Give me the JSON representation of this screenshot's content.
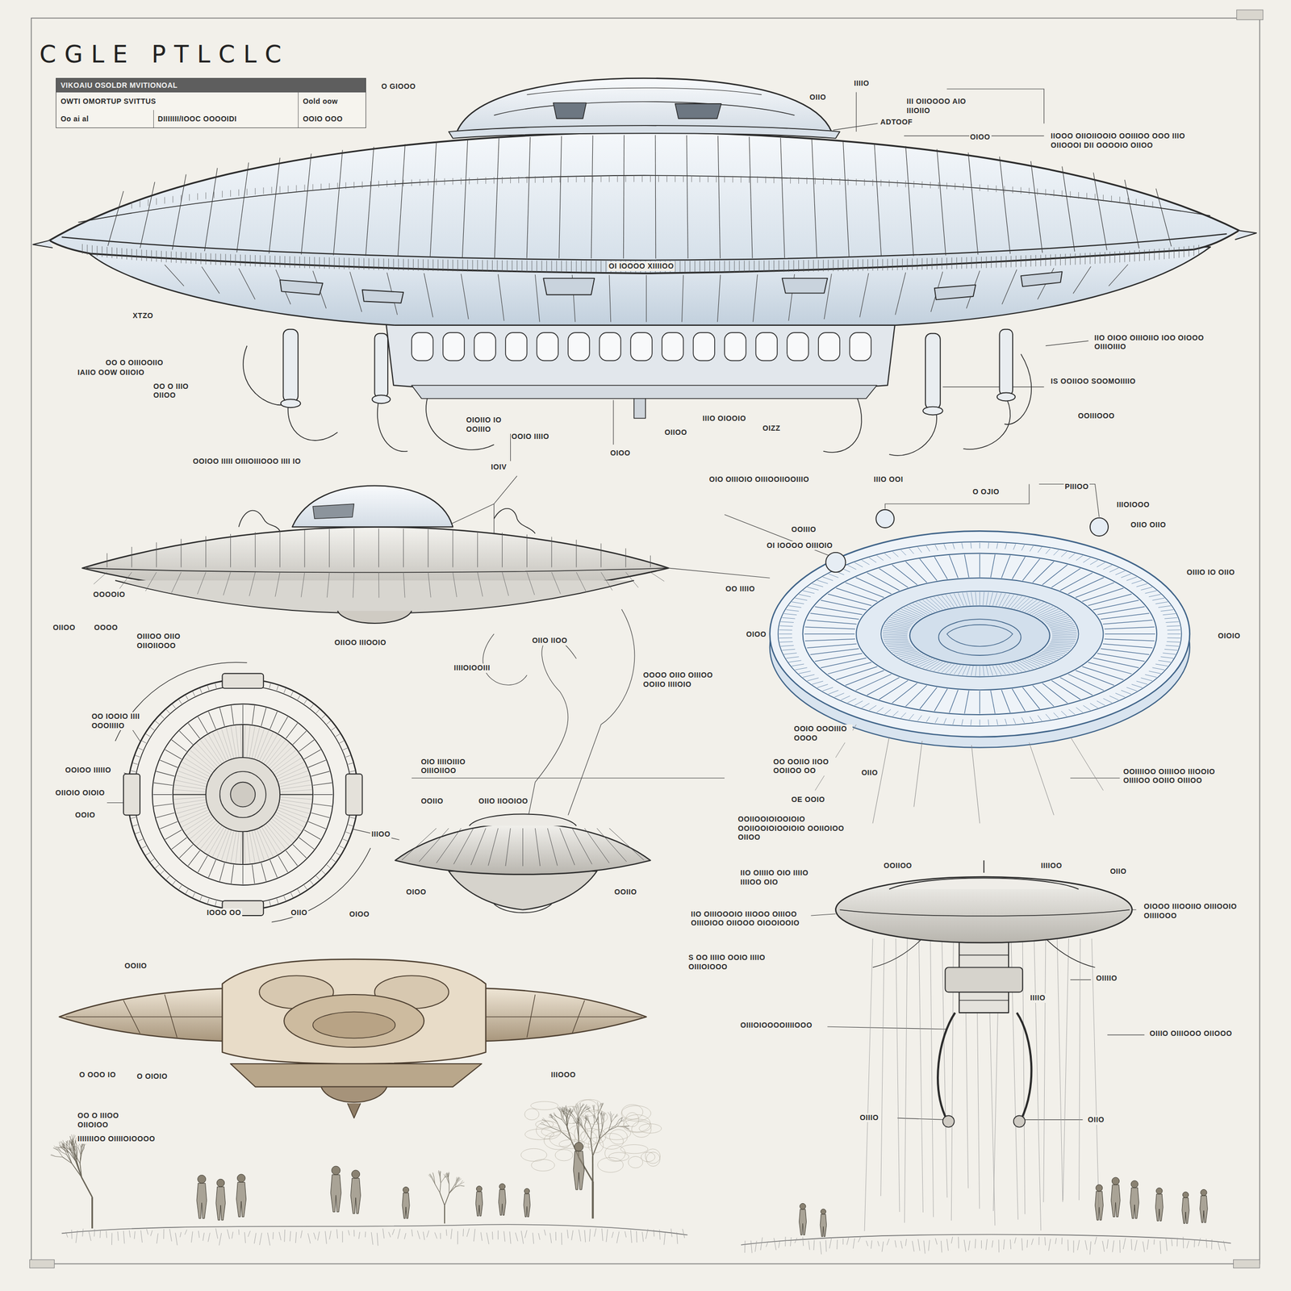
{
  "diagram": {
    "title": "CGLE PTLCLC",
    "nodes": [
      {
        "text": [
          "VIKOAIU OSOLDR MVITIONOAL",
          "OWTI OMORTUP SVITTUS",
          "Oold oow",
          "Oo ai al",
          "DIIIIIII/IOOC OOOOIDI",
          "OOIO OOO"
        ]
      }
    ],
    "labels": [
      "O GIOOO",
      "OIIO",
      "IIIIO",
      "III OIIOOOO AIO IIIOIIO",
      "ADTOOF",
      "OIOO",
      "IIOOO OIIOIIOOIO OOIIIOO OOO IIIO OIIOOOI DII OOOOIO OIIOO",
      "OI IOOOO XIIIIOO",
      "XTZO",
      "OO O OIIIOOIIO",
      "IAIIO OOW OIIOIO",
      "OO O IIIO OIIOO",
      "IIO OIOO OIIIOIIO IOO OIOOO OIIIOIIIO",
      "IS OOIIOO SOOMOIIIIO",
      "OOIIIOOO",
      "IIIO OIOOIO",
      "OIZZ",
      "OIIOO",
      "OIOIIO IO OOIIIO",
      "OOIO IIIIO",
      "OOIOO IIIII OIIIOIIIOOO IIII IO",
      "IOIV",
      "OIOO",
      "OIO OIIIOIO OIIIOOIIOOIIIO",
      "IIIO OOI",
      "O OJIO",
      "PIIIOO",
      "IIIOIOOO",
      "OIIO OIIO",
      "OOIIIO",
      "OI IOOOO OIIIOIO",
      "OIIIO IO OIIO",
      "OO IIIIO",
      "OIOO",
      "OIOIO",
      "OOOOIO",
      "OIIOO",
      "OOOO",
      "OIIIOO OIIO OIIOIIOOO",
      "OIIOO IIIOOIO",
      "OIIO IIOO",
      "IIIIOIOOIII",
      "OOOO OIIO OIIIOO OOIIO IIIIOIO",
      "OO IOOIO IIII OOOIIIIO",
      "OOIOO IIIIIO",
      "OIIOIO OIOIO",
      "OOIO",
      "OIO IIIIOIIIO OIIIOIIOO",
      "OOIIO",
      "OIIO IIOOIOO",
      "IIIOO",
      "OIOO",
      "OOIIO",
      "OIOO",
      "IOOO OO",
      "OIIO",
      "OOIO OOOIIIO OOOO",
      "OO OOIIO IIOO OOIIOO OO",
      "OE OOIO",
      "OIIO",
      "OOIIIIOO OIIIIOO IIIOOIO OIIIIOO OOIIO OIIIOO",
      "OOIIOOIOIOOIOIO OOIIOOIOIOOIOIO OOIIOIOO OIIOO",
      "OIIO",
      "IIO OIIIIO OIO IIIIO IIIIOO OIO",
      "OOIIOO",
      "IIIIOO",
      "OIOOO IIIOOIIO OIIIOOIO OIIIIOOO",
      "IIO OIIIOOOIO IIIOOO OIIIOO OIIIOIOO OIIOOO OIOOIOOIO",
      "S OO IIIIO OOIO IIIIO OIIIOIOOO",
      "OIIIIO",
      "IIIIO",
      "OIIIOIOOOOIIIIOOO",
      "OIIIO OIIIOOO OIIOOO",
      "OIIIO",
      "OIIO",
      "OOIIO",
      "O OOO IO",
      "O OIOIO",
      "IIIOOO",
      "OO O IIIOO OIIOIOO",
      "IIIIIIIOO OIIIIOIOOOO"
    ]
  }
}
